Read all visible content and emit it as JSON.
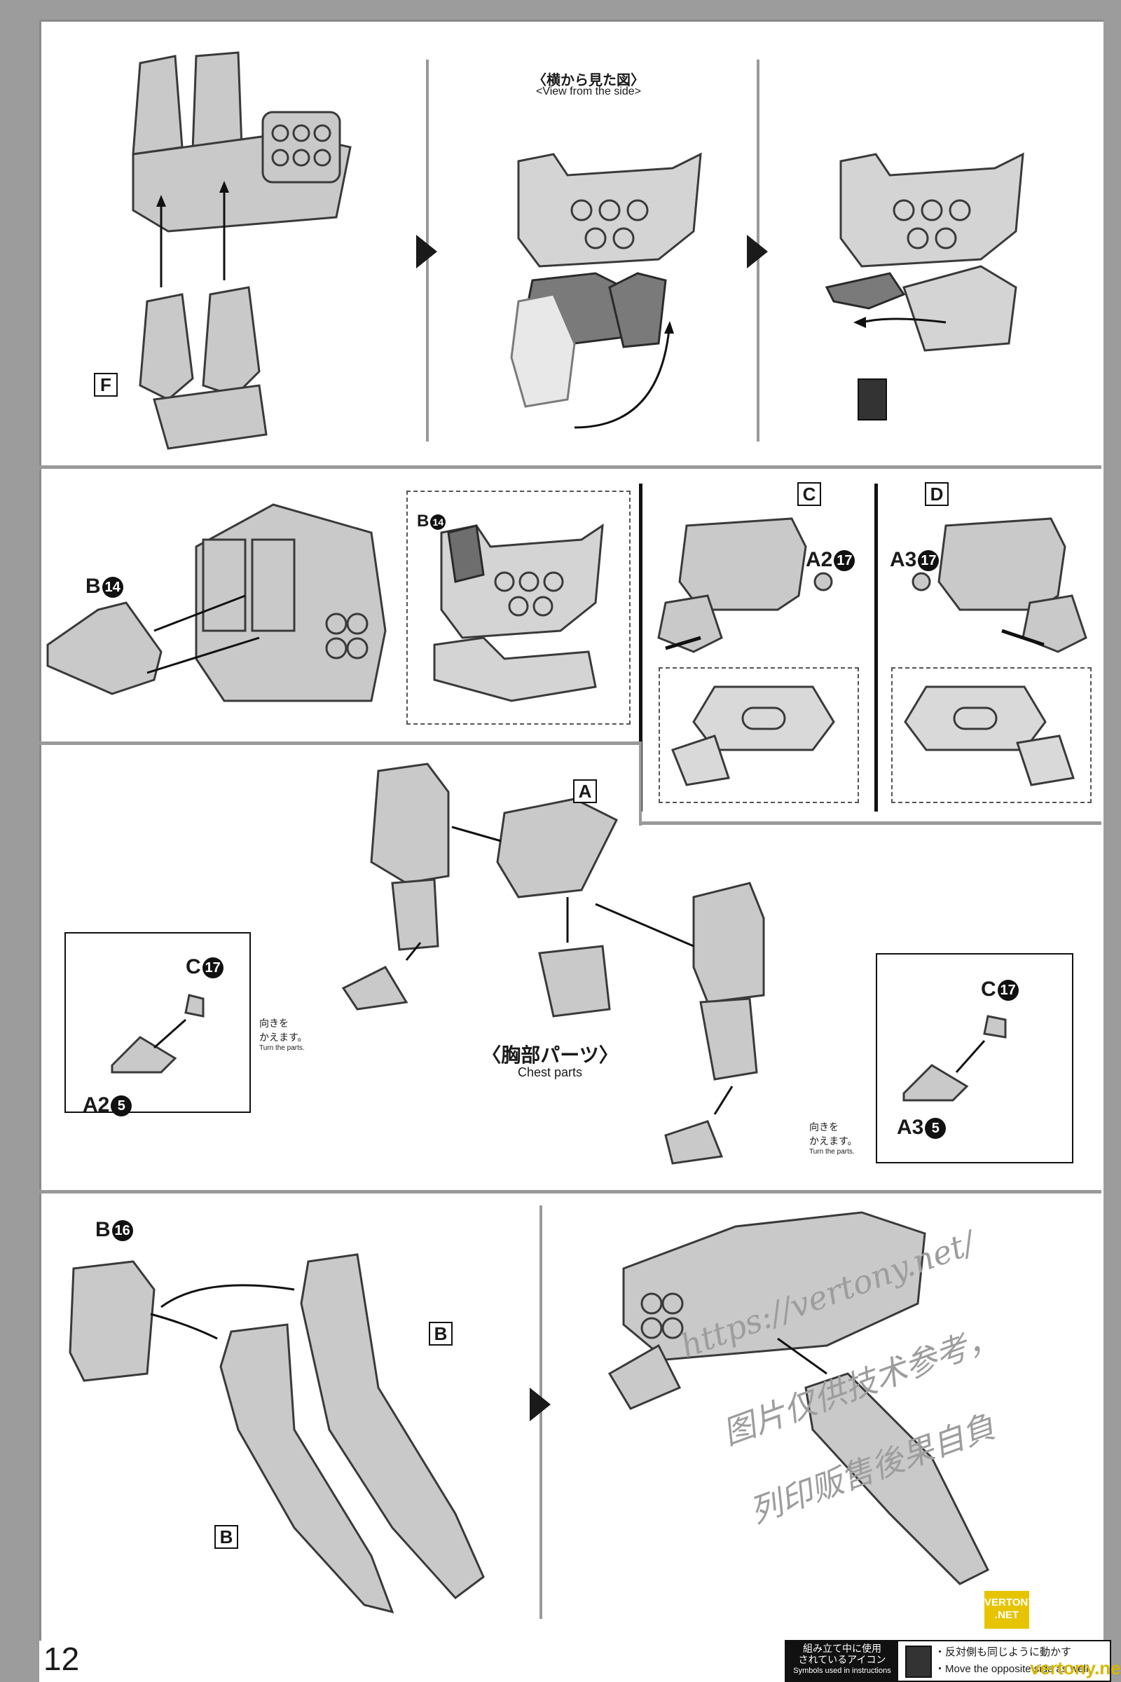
{
  "page": {
    "number": "12"
  },
  "step1": {
    "label_f": "F",
    "side_view_jp": "〈横から見た図〉",
    "side_view_en": "<View from the side>"
  },
  "step2": {
    "b14_left": "B",
    "b14_left_num": "14",
    "b14_inset": "B",
    "b14_inset_num": "14",
    "label_c": "C",
    "label_d": "D",
    "a2": "A2",
    "a2_num": "17",
    "a3": "A3",
    "a3_num": "17"
  },
  "step3": {
    "label_a": "A",
    "c17_left": "C",
    "c17_left_num": "17",
    "a25": "A2",
    "a25_num": "5",
    "turn_jp_1": "向きを",
    "turn_jp_2": "かえます。",
    "turn_en": "Turn the parts.",
    "chest_jp": "〈胸部パーツ〉",
    "chest_en": "Chest parts",
    "c17_right": "C",
    "c17_right_num": "17",
    "a35": "A3",
    "a35_num": "5",
    "turn_jp_1b": "向きを",
    "turn_jp_2b": "かえます。",
    "turn_en_b": "Turn the parts."
  },
  "step4": {
    "b16": "B",
    "b16_num": "16",
    "b_top": "B",
    "b_bottom": "B"
  },
  "legend": {
    "jp_line1": "組み立て中に使用",
    "jp_line2": "されているアイコン",
    "en_line": "Symbols used in instructions",
    "desc_jp": "・反対側も同じように動かす",
    "desc_en": "・Move the opposite side as well."
  },
  "watermark": {
    "url": "https://vertony.net/",
    "line2": "图片仅供技术参考，",
    "line3": "列印贩售後果自負",
    "badge_line1": "VERTONY",
    "badge_line2": ".NET",
    "bottom": "vertony.net"
  },
  "colors": {
    "part_fill": "#c9c9c9",
    "part_stroke": "#3a3a3a",
    "frame_gray": "#9c9c9c"
  }
}
